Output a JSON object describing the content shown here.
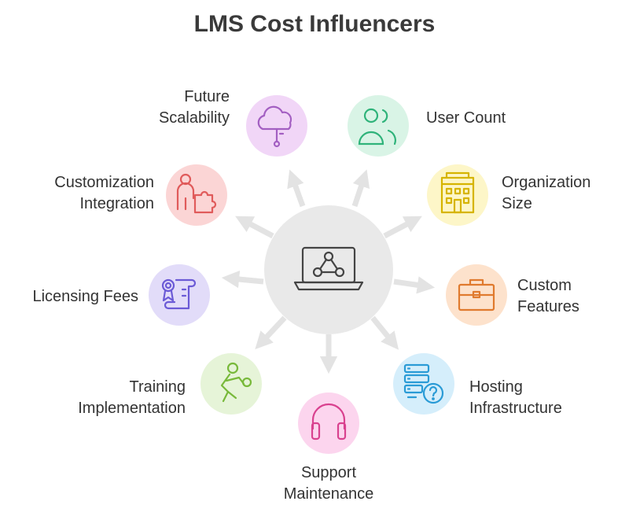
{
  "title": "LMS Cost Influencers",
  "center_icon": "laptop-network-icon",
  "nodes": [
    {
      "id": "future-scalability",
      "lines": [
        "Future",
        "Scalability"
      ],
      "icon": "cloud-icon",
      "color": "#f1d6f7",
      "stroke": "#a35fc2"
    },
    {
      "id": "user-count",
      "lines": [
        "User Count"
      ],
      "icon": "users-icon",
      "color": "#d9f4e6",
      "stroke": "#2fb37a"
    },
    {
      "id": "customization-integration",
      "lines": [
        "Customization",
        "Integration"
      ],
      "icon": "person-puzzle-icon",
      "color": "#fbd5d5",
      "stroke": "#e05b5b"
    },
    {
      "id": "organization-size",
      "lines": [
        "Organization",
        "Size"
      ],
      "icon": "building-icon",
      "color": "#fdf6c8",
      "stroke": "#d6b400"
    },
    {
      "id": "licensing-fees",
      "lines": [
        "Licensing Fees"
      ],
      "icon": "certificate-scroll-icon",
      "color": "#e2dcf9",
      "stroke": "#6b5ad6"
    },
    {
      "id": "custom-features",
      "lines": [
        "Custom",
        "Features"
      ],
      "icon": "briefcase-icon",
      "color": "#fde2cc",
      "stroke": "#e07a2e"
    },
    {
      "id": "training-implementation",
      "lines": [
        "Training",
        "Implementation"
      ],
      "icon": "person-ball-icon",
      "color": "#e6f4d8",
      "stroke": "#78b93a"
    },
    {
      "id": "hosting-infrastructure",
      "lines": [
        "Hosting",
        "Infrastructure"
      ],
      "icon": "server-question-icon",
      "color": "#d5eefb",
      "stroke": "#2a9bd6"
    },
    {
      "id": "support-maintenance",
      "lines": [
        "Support",
        "Maintenance"
      ],
      "icon": "headphones-icon",
      "color": "#fcd5ee",
      "stroke": "#d9418f"
    }
  ]
}
